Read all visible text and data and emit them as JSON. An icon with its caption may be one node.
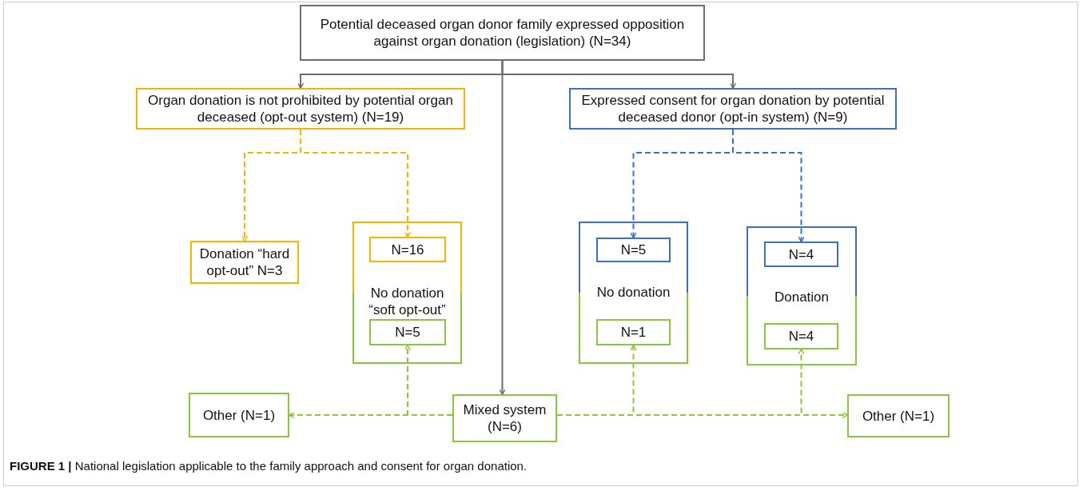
{
  "diagram": {
    "caption": "**FIGURE 1 |** National legislation applicable to the family approach and consent for organ donation.",
    "nodes": [
      {
        "text": [
          "Potential deceased organ donor family expressed opposition against organ donation (legislation) (N=34)"
        ]
      },
      {
        "text": [
          "Organ donation is not prohibited by potential organ deceased (opt-out system) (N=19)"
        ]
      },
      {
        "text": [
          "Expressed consent for organ donation by potential deceased donor (opt-in system) (N=9)"
        ]
      },
      {
        "text": [
          "Donation “hard opt-out” N=3"
        ]
      },
      {
        "text": [
          "No donation “soft opt-out”"
        ]
      },
      {
        "text": [
          "N=16"
        ],
        "in": 4
      },
      {
        "text": [
          "N=5"
        ],
        "in": 4
      },
      {
        "text": [
          "No donation"
        ]
      },
      {
        "text": [
          "N=5"
        ],
        "in": 7
      },
      {
        "text": [
          "N=1"
        ],
        "in": 7
      },
      {
        "text": [
          "Donation"
        ]
      },
      {
        "text": [
          "N=4"
        ],
        "in": 10
      },
      {
        "text": [
          "N=4"
        ],
        "in": 10
      },
      {
        "text": [
          "Other (N=1)"
        ]
      },
      {
        "text": [
          "Mixed system (N=6)"
        ]
      },
      {
        "text": [
          "Other (N=1)"
        ]
      }
    ],
    "edges": [
      {
        "from": 0,
        "to": 1,
        "arrow": "to",
        "color": "#6e6e6e"
      },
      {
        "from": 0,
        "to": 2,
        "arrow": "to",
        "color": "#6e6e6e"
      },
      {
        "from": 0,
        "to": 14,
        "arrow": "to",
        "color": "#6e6e6e"
      },
      {
        "from": 1,
        "to": 3,
        "arrow": "to",
        "style": "dashed",
        "color": "#f4b400"
      },
      {
        "from": 1,
        "to": 5,
        "arrow": "to",
        "style": "dashed",
        "color": "#f4b400"
      },
      {
        "from": 2,
        "to": 8,
        "arrow": "to",
        "style": "dashed",
        "color": "#3d6fc4"
      },
      {
        "from": 2,
        "to": 11,
        "arrow": "to",
        "style": "dashed",
        "color": "#3d6fc4"
      },
      {
        "from": 14,
        "to": 13,
        "arrow": "to",
        "style": "dashed"
      },
      {
        "from": 14,
        "to": 6,
        "arrow": "to",
        "style": "dashed"
      },
      {
        "from": 14,
        "to": 9,
        "arrow": "to",
        "style": "dashed"
      },
      {
        "from": 14,
        "to": 12,
        "arrow": "to",
        "style": "dashed"
      },
      {
        "from": 14,
        "to": 15,
        "arrow": "to",
        "style": "dashed"
      }
    ]
  }
}
